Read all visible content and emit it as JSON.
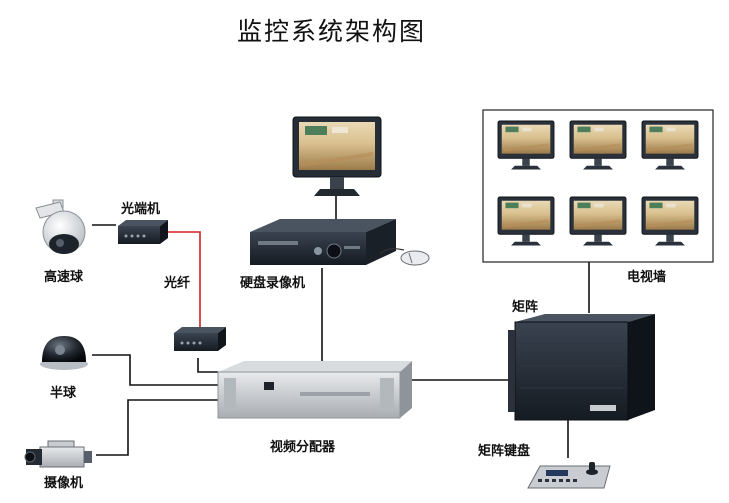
{
  "title": "监控系统架构图",
  "labels": {
    "speed_dome": "高速球",
    "optical_transceiver": "光端机",
    "fiber": "光纤",
    "dvr": "硬盘录像机",
    "half_dome": "半球",
    "camera": "摄像机",
    "video_distributor": "视频分配器",
    "matrix": "矩阵",
    "matrix_keyboard": "矩阵键盘",
    "tv_wall": "电视墙"
  },
  "colors": {
    "fiber_line": "#d42020",
    "device_dark": "#1e2630",
    "device_silver": "#c9ccd0",
    "screen_floor": "#c9a878"
  },
  "tv_wall": {
    "rows": 2,
    "columns": 3
  }
}
